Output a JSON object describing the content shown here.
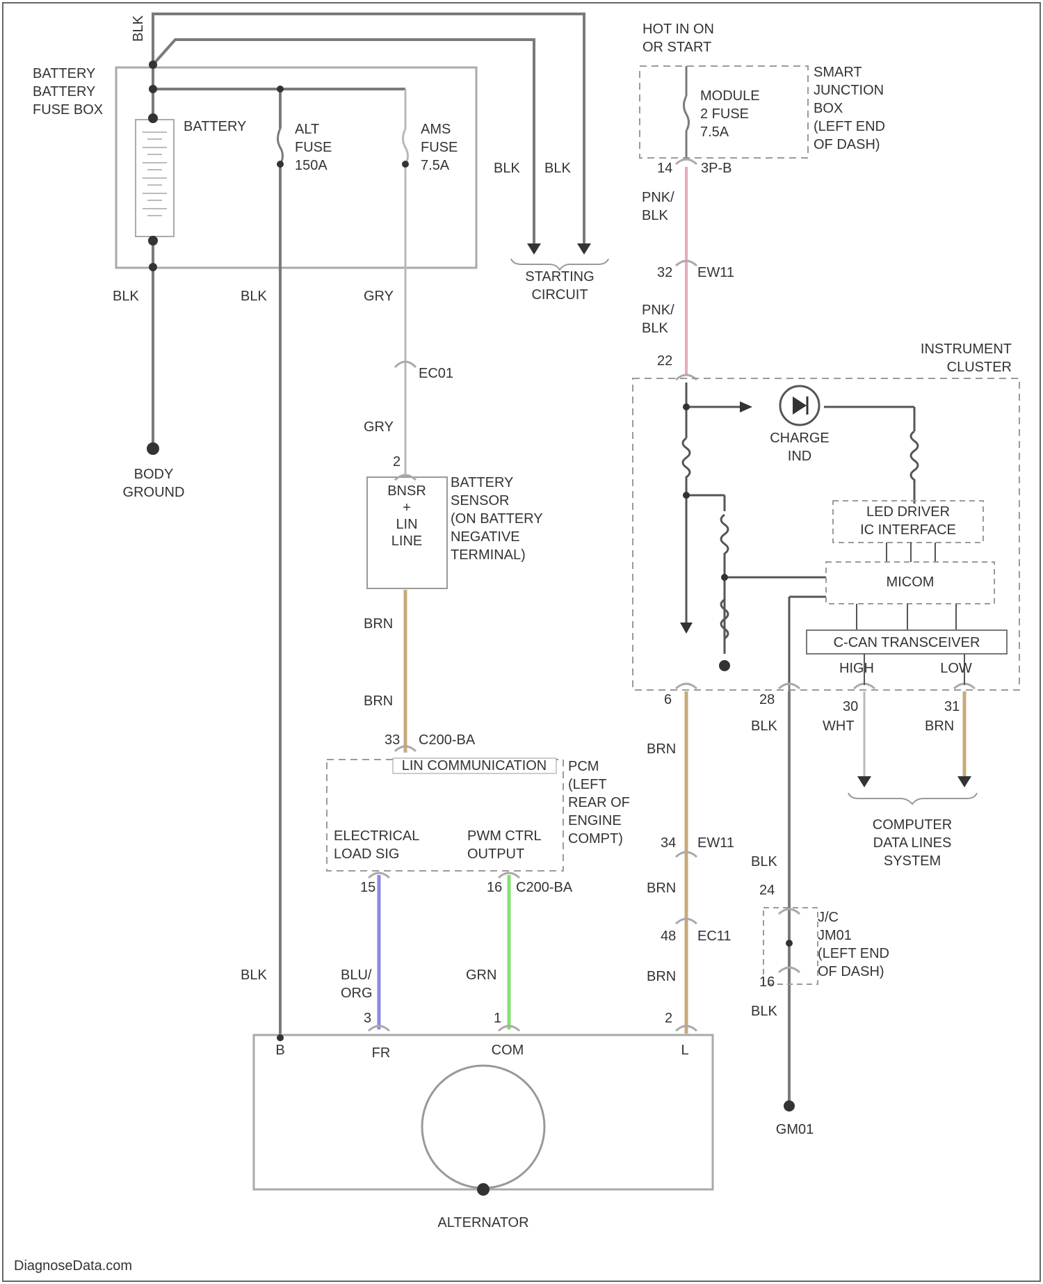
{
  "watermark": "DiagnoseData.com",
  "colors": {
    "wire_blk": "#7a7a7a",
    "wire_gry": "#b8b8b8",
    "wire_pnk_blk": "#e9aab8",
    "wire_brn": "#c8aa7a",
    "wire_blu_org": "#8e86e6",
    "wire_grn": "#86e070",
    "line": "#555555",
    "dashed": "#9a9a9a"
  },
  "labels": {
    "blk_top": "BLK",
    "battery_fuse_box": [
      "BATTERY",
      "BATTERY",
      "FUSE BOX"
    ],
    "battery": "BATTERY",
    "alt_fuse": [
      "ALT",
      "FUSE",
      "150A"
    ],
    "ams_fuse": [
      "AMS",
      "FUSE",
      "7.5A"
    ],
    "blk_start_1": "BLK",
    "blk_start_2": "BLK",
    "starting_circuit": [
      "STARTING",
      "CIRCUIT"
    ],
    "blk_ground": "BLK",
    "blk_alt": "BLK",
    "gry_1": "GRY",
    "gry_2": "GRY",
    "eco1": "EC01",
    "body_ground": [
      "BODY",
      "GROUND"
    ],
    "pin_2": "2",
    "battery_sensor_box": [
      "BNSR",
      "+",
      "LIN",
      "LINE"
    ],
    "battery_sensor": [
      "BATTERY",
      "SENSOR",
      "(ON BATTERY",
      "NEGATIVE",
      "TERMINAL)"
    ],
    "brn_1": "BRN",
    "brn_2": "BRN",
    "pin_33": "33",
    "c200ba_1": "C200-BA",
    "pcm_header": "LIN COMMUNICATION",
    "pcm": [
      "PCM",
      "(LEFT",
      "REAR OF",
      "ENGINE",
      "COMPT)"
    ],
    "elec_load_sig": [
      "ELECTRICAL",
      "LOAD SIG"
    ],
    "pwm_ctrl": [
      "PWM CTRL",
      "OUTPUT"
    ],
    "pin_15": "15",
    "pin_16": "16",
    "c200ba_2": "C200-BA",
    "blk_alt_2": "BLK",
    "blu_org": [
      "BLU/",
      "ORG"
    ],
    "grn": "GRN",
    "pin_3": "3",
    "pin_1": "1",
    "pin_2b": "2",
    "alt_b": "B",
    "alt_fr": "FR",
    "alt_com": "COM",
    "alt_l": "L",
    "alternator": "ALTERNATOR",
    "hot_in_on": [
      "HOT IN ON",
      "OR START"
    ],
    "module_fuse": [
      "MODULE",
      "2 FUSE",
      "7.5A"
    ],
    "sjb": [
      "SMART",
      "JUNCTION",
      "BOX",
      "(LEFT END",
      "OF DASH)"
    ],
    "pin_14": "14",
    "pin_3pb": "3P-B",
    "pnk_blk_1": [
      "PNK/",
      "BLK"
    ],
    "pin_32": "32",
    "ew11_1": "EW11",
    "pnk_blk_2": [
      "PNK/",
      "BLK"
    ],
    "pin_22": "22",
    "instrument_cluster": [
      "INSTRUMENT",
      "CLUSTER"
    ],
    "charge_ind": [
      "CHARGE",
      "IND"
    ],
    "led_driver": [
      "LED DRIVER",
      "IC INTERFACE"
    ],
    "micom": "MICOM",
    "ccan": "C-CAN TRANSCEIVER",
    "high": "HIGH",
    "low": "LOW",
    "pin_6": "6",
    "pin_28": "28",
    "pin_30": "30",
    "pin_31": "31",
    "blk_ic": "BLK",
    "wht": "WHT",
    "brn_can": "BRN",
    "computer_data_lines": [
      "COMPUTER",
      "DATA LINES",
      "SYSTEM"
    ],
    "brn_l1": "BRN",
    "pin_34": "34",
    "ew11_2": "EW11",
    "brn_l2": "BRN",
    "pin_48": "48",
    "ec11": "EC11",
    "brn_l3": "BRN",
    "blk_j1": "BLK",
    "pin_24": "24",
    "jc": [
      "J/C",
      "JM01",
      "(LEFT END",
      "OF DASH)"
    ],
    "pin_16b": "16",
    "blk_j2": "BLK",
    "gm01": "GM01"
  }
}
